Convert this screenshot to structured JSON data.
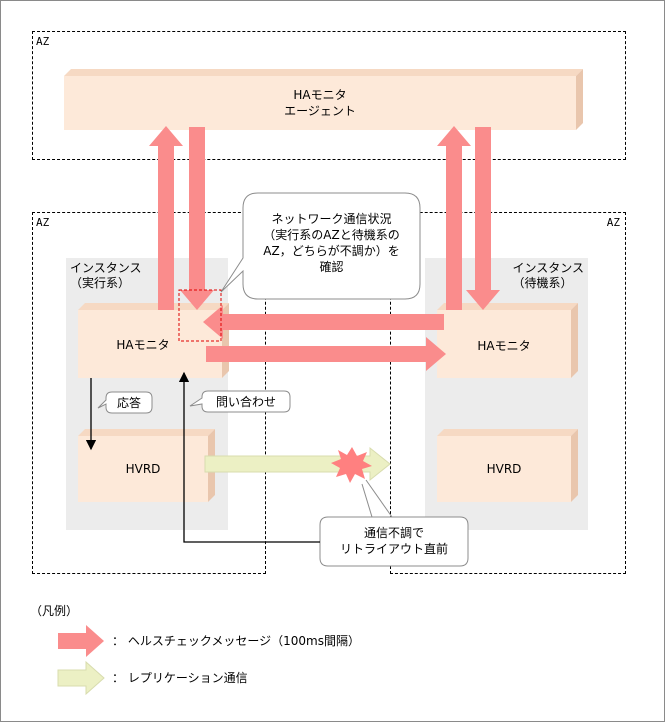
{
  "az": {
    "label": "AZ"
  },
  "top_monitor": {
    "line1": "HAモニタ",
    "line2": "エージェント"
  },
  "active": {
    "instance_line1": "インスタンス",
    "instance_line2": "（実行系）",
    "monitor": "HAモニタ",
    "hvrd": "HVRD",
    "response": "応答",
    "inquiry": "問い合わせ"
  },
  "standby": {
    "instance_line1": "インスタンス",
    "instance_line2": "（待機系）",
    "monitor": "HAモニタ",
    "hvrd": "HVRD"
  },
  "network_note": {
    "line1": "ネットワーク通信状況",
    "line2": "（実行系のAZと待機系の",
    "line3": "AZ，どちらが不調か）を",
    "line4": "確認"
  },
  "failure_note": {
    "line1": "通信不調で",
    "line2": "リトライアウト直前"
  },
  "legend": {
    "title": "（凡例）",
    "heartbeat": "：  ヘルスチェックメッセージ（100ms間隔）",
    "replication": "：  レプリケーション通信"
  },
  "colors": {
    "heartbeat_arrow": "#fa8c8c",
    "replication_arrow": "#ecf0c4",
    "box_fill": "#fde9d9",
    "instance_fill": "#ececec",
    "burst": "#ff8080"
  }
}
